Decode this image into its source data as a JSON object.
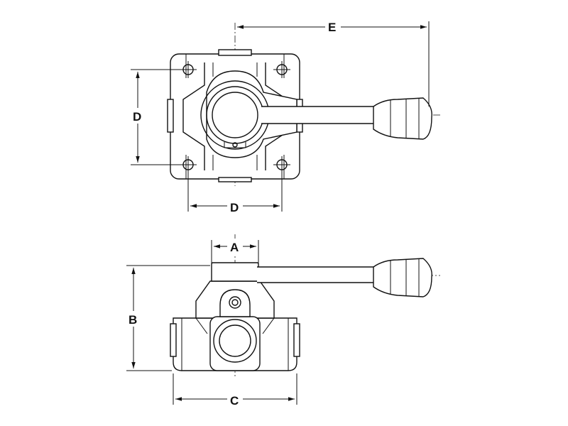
{
  "labels": {
    "e": "E",
    "d_vertical": "D",
    "d_horizontal": "D",
    "a": "A",
    "b": "B",
    "c": "C"
  }
}
